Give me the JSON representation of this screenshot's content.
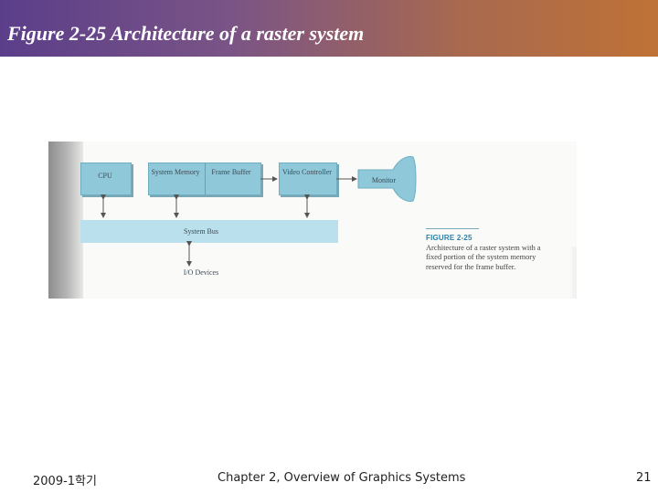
{
  "slide": {
    "title": "Figure 2-25 Architecture of a raster system",
    "footer_left": "2009-1학기",
    "footer_center": "Chapter 2, Overview of Graphics Systems",
    "footer_right": "21"
  },
  "diagram": {
    "cpu_label": "CPU",
    "system_memory_label": "System Memory",
    "frame_buffer_label": "Frame Buffer",
    "video_controller_label": "Video Controller",
    "monitor_label": "Monitor",
    "system_bus_label": "System Bus",
    "io_devices_label": "I/O Devices"
  },
  "caption": {
    "figure_number": "FIGURE 2-25",
    "text": "Architecture of a raster system with a fixed portion of the system memory reserved for the frame buffer."
  },
  "colors": {
    "title_gradient_start": "#5b3e8a",
    "title_gradient_end": "#bf7236",
    "box_fill": "#8ec8d9",
    "bus_fill": "#b9e0ec"
  }
}
